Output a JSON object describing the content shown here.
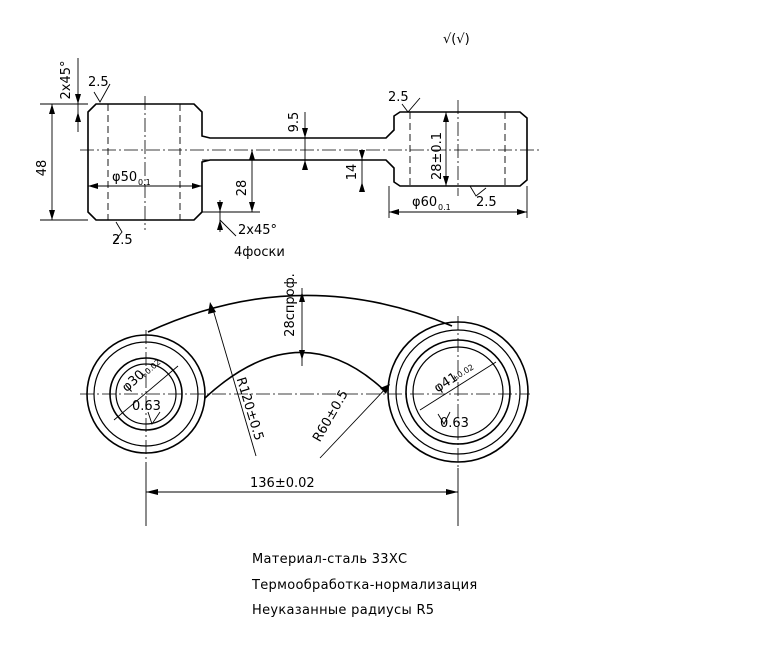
{
  "roughness_mark": "√(√)",
  "top_view": {
    "chamfer_left_top": "2x45°",
    "rough_left_top": "2.5",
    "height_left": "48",
    "diam_left": "φ50",
    "diam_left_tol": "0.1",
    "rough_left_bottom": "2.5",
    "rib_height": "28",
    "chamfer_mid": "2x45°",
    "chamfer_count": "4фоски",
    "web_thickness": "9.5",
    "rib_right_height": "14",
    "rough_right_top": "2.5",
    "height_right": "28±0.1",
    "diam_right": "φ60",
    "diam_right_tol": "0.1",
    "rough_right_bottom": "2.5"
  },
  "plan_view": {
    "rib_label": "28спроф.",
    "radius_outer": "R120±0.5",
    "radius_inner": "R60±0.5",
    "bore_left": "φ30",
    "bore_left_tol": "+0.02",
    "rough_left": "0.63",
    "bore_right": "φ41",
    "bore_right_tol": "+0.02",
    "rough_right": "0.63",
    "center_distance": "136±0.02"
  },
  "notes": [
    "Материал-сталь 33ХС",
    "Термообработка-нормализация",
    "Неуказанные радиусы R5"
  ]
}
